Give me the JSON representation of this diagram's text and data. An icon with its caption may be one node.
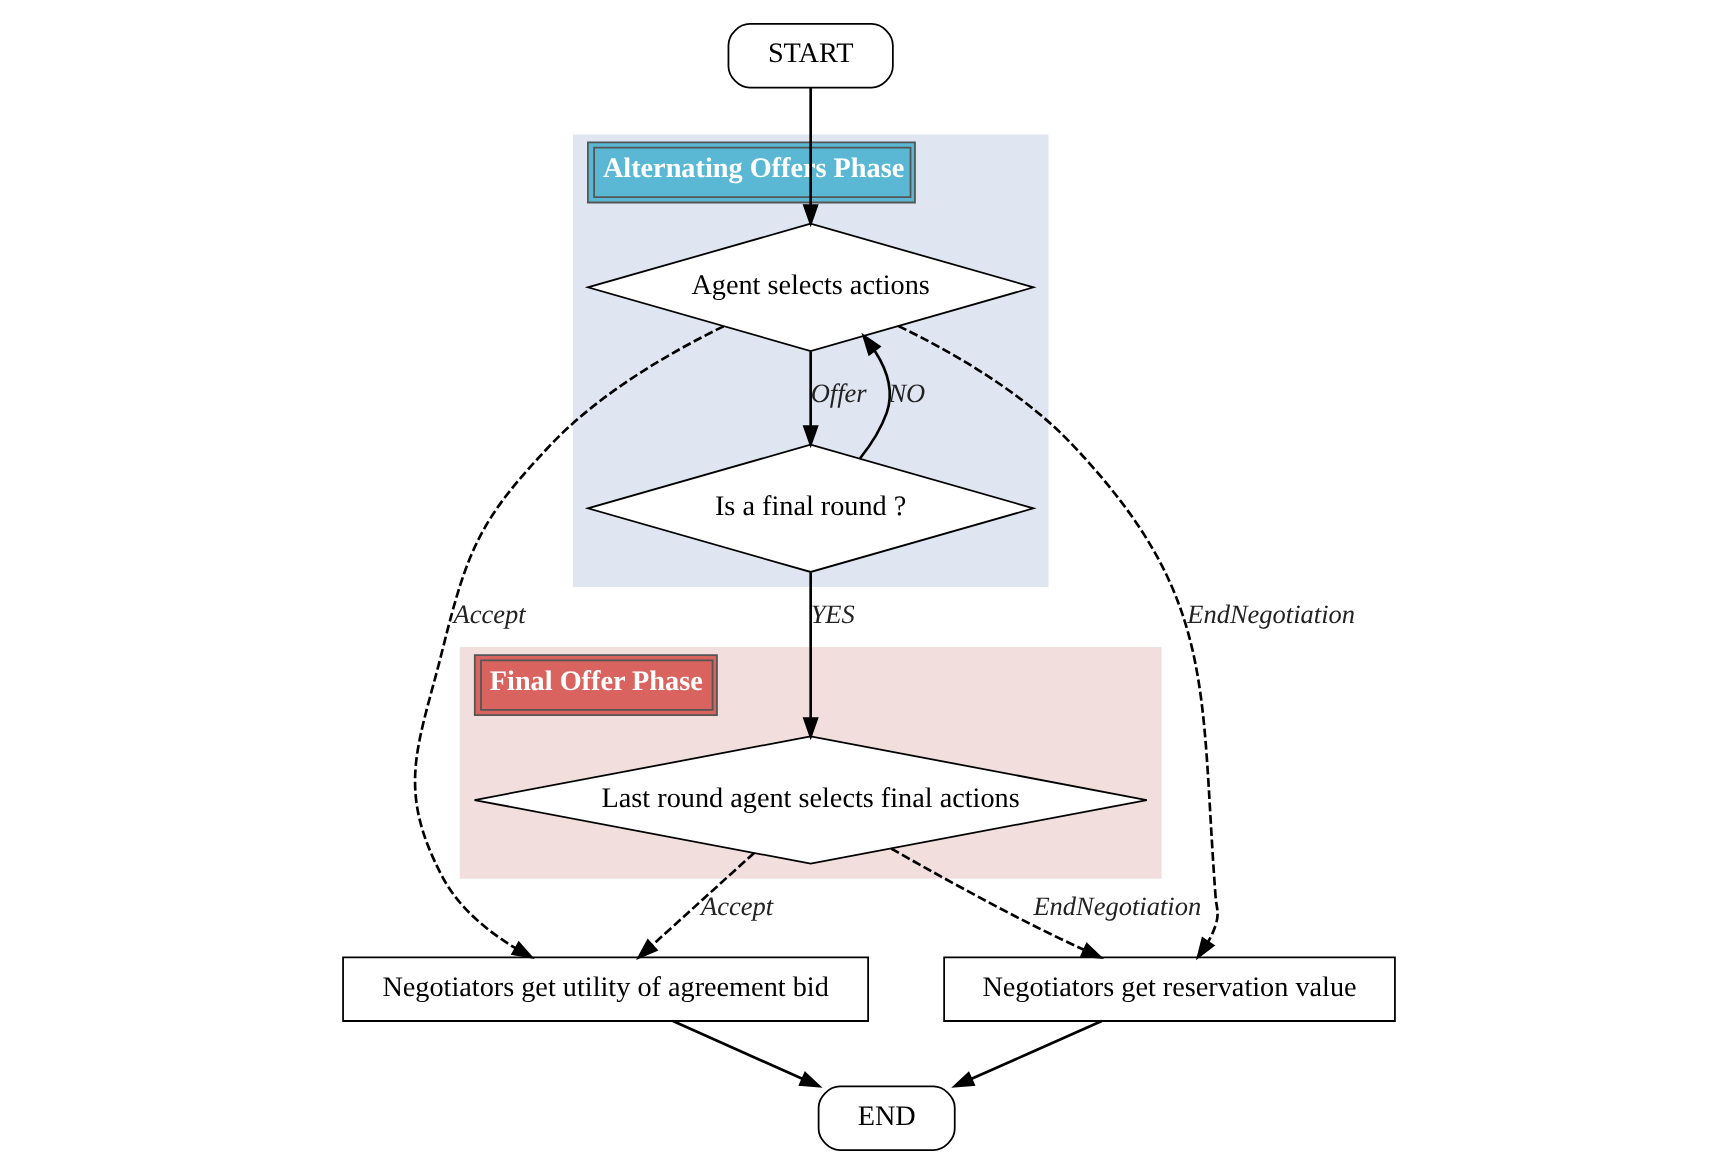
{
  "diagram": {
    "nodes": [
      {
        "text": [
          "START"
        ]
      },
      {
        "text": [
          "Alternating Offers Phase"
        ]
      },
      {
        "text": [
          "Agent selects actions"
        ],
        "in": 1
      },
      {
        "text": [
          "Is a final round ?"
        ],
        "in": 1
      },
      {
        "text": [
          "Final Offer Phase"
        ]
      },
      {
        "text": [
          "Last round agent selects final actions"
        ],
        "in": 4
      },
      {
        "text": [
          "Negotiators get utility of agreement bid"
        ]
      },
      {
        "text": [
          "Negotiators get reservation value"
        ]
      },
      {
        "text": [
          "END"
        ]
      }
    ],
    "edges": [
      {
        "from": 0,
        "to": 2,
        "arrow": "to"
      },
      {
        "from": 2,
        "to": 3,
        "arrow": "to",
        "label": "Offer"
      },
      {
        "from": 3,
        "to": 2,
        "arrow": "to",
        "label": "NO"
      },
      {
        "from": 3,
        "to": 5,
        "arrow": "to",
        "label": "YES"
      },
      {
        "from": 2,
        "to": 6,
        "arrow": "to",
        "label": "Accept",
        "style": "dashed"
      },
      {
        "from": 2,
        "to": 7,
        "arrow": "to",
        "label": "EndNegotiation",
        "style": "dashed"
      },
      {
        "from": 5,
        "to": 6,
        "arrow": "to",
        "label": "Accept",
        "style": "dashed"
      },
      {
        "from": 5,
        "to": 7,
        "arrow": "to",
        "label": "EndNegotiation",
        "style": "dashed"
      },
      {
        "from": 6,
        "to": 8,
        "arrow": "to"
      },
      {
        "from": 7,
        "to": 8,
        "arrow": "to"
      }
    ]
  }
}
